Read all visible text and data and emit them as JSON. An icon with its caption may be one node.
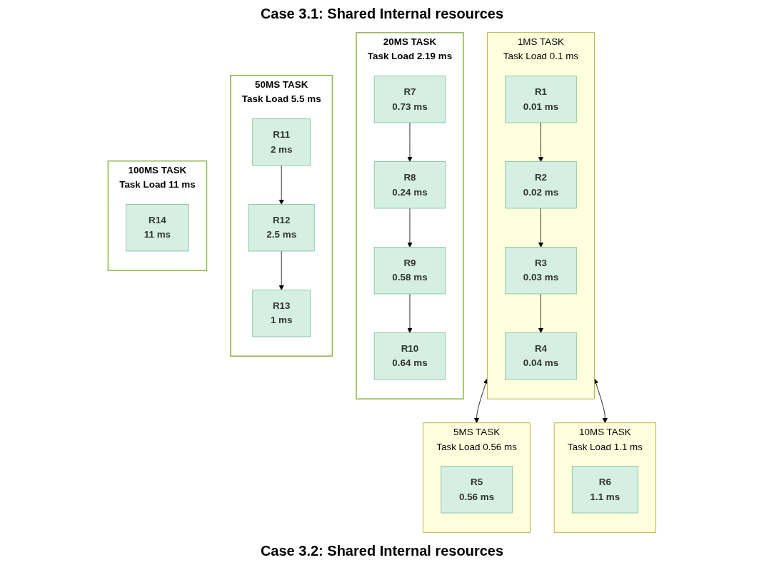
{
  "diagram": {
    "nodes": [
      {
        "text": [
          "1MS TASK"
        ],
        "beside": [
          "Task Load 0.1 ms"
        ]
      },
      {
        "text": [
          "R1",
          "0.01 ms"
        ],
        "in": 0
      },
      {
        "text": [
          "R2",
          "0.02 ms"
        ],
        "in": 0
      },
      {
        "text": [
          "R3",
          "0.03 ms"
        ],
        "in": 0
      },
      {
        "text": [
          "R4",
          "0.04 ms"
        ],
        "in": 0
      },
      {
        "text": [
          "5MS TASK"
        ],
        "beside": [
          "Task Load 0.56 ms"
        ]
      },
      {
        "text": [
          "R5",
          "0.56 ms"
        ],
        "in": 5
      },
      {
        "text": [
          "10MS TASK"
        ],
        "beside": [
          "Task Load 1.1 ms"
        ]
      },
      {
        "text": [
          "R6",
          "1.1 ms"
        ],
        "in": 7
      },
      {
        "text": [
          "20MS TASK"
        ],
        "beside": [
          "Task Load 2.19 ms"
        ]
      },
      {
        "text": [
          "R7",
          "0.73 ms"
        ],
        "in": 9
      },
      {
        "text": [
          "R8",
          "0.24 ms"
        ],
        "in": 9
      },
      {
        "text": [
          "R9",
          "0.58 ms"
        ],
        "in": 9
      },
      {
        "text": [
          "R10",
          "0.64 ms"
        ],
        "in": 9
      },
      {
        "text": [
          "50MS TASK"
        ],
        "beside": [
          "Task Load 5.5 ms"
        ]
      },
      {
        "text": [
          "R11",
          "2 ms"
        ],
        "in": 14
      },
      {
        "text": [
          "R12",
          "2.5 ms"
        ],
        "in": 14
      },
      {
        "text": [
          "R13",
          "1 ms"
        ],
        "in": 14
      },
      {
        "text": [
          "100MS TASK"
        ],
        "beside": [
          "Task Load 11 ms"
        ]
      },
      {
        "text": [
          "R14",
          "11 ms"
        ],
        "in": 18
      }
    ],
    "edges": [
      {
        "from": 0,
        "to": 5,
        "arrow": "both"
      },
      {
        "from": 1,
        "to": 2,
        "arrow": "to"
      },
      {
        "from": 2,
        "to": 3,
        "arrow": "to"
      },
      {
        "from": 3,
        "to": 4,
        "arrow": "to"
      },
      {
        "from": 10,
        "to": 11,
        "arrow": "to"
      },
      {
        "from": 11,
        "to": 12,
        "arrow": "to"
      },
      {
        "from": 12,
        "to": 13,
        "arrow": "to"
      },
      {
        "from": 15,
        "to": 16,
        "arrow": "to"
      },
      {
        "from": 16,
        "to": 17,
        "arrow": "to"
      },
      {
        "from": 0,
        "to": 7,
        "arrow": "both"
      }
    ],
    "labels": [
      "Case 3.1: Shared Internal resources",
      "Case 3.2: Shared Internal resources"
    ]
  }
}
